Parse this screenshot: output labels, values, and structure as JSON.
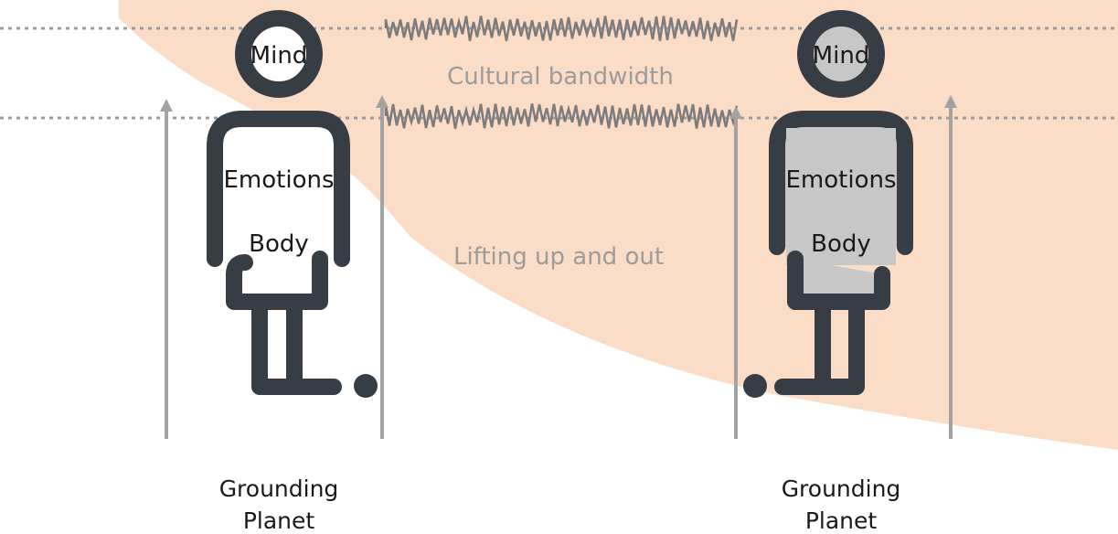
{
  "labels": {
    "cultural_bandwidth": "Cultural bandwidth",
    "lifting": "Lifting up and out"
  },
  "figures": [
    {
      "mind": "Mind",
      "emotions": "Emotions",
      "body": "Body",
      "grounding_line1": "Grounding",
      "grounding_line2": "Planet"
    },
    {
      "mind": "Mind",
      "emotions": "Emotions",
      "body": "Body",
      "grounding_line1": "Grounding",
      "grounding_line2": "Planet"
    }
  ],
  "colors": {
    "background_band": "#fbdcc6",
    "figure_outline": "#363d45",
    "figure_fill_right": "#c6c7c6",
    "arrow": "#a3a3a3",
    "dotted_line": "#9c9c9c",
    "wave": "#7c7c7c"
  }
}
